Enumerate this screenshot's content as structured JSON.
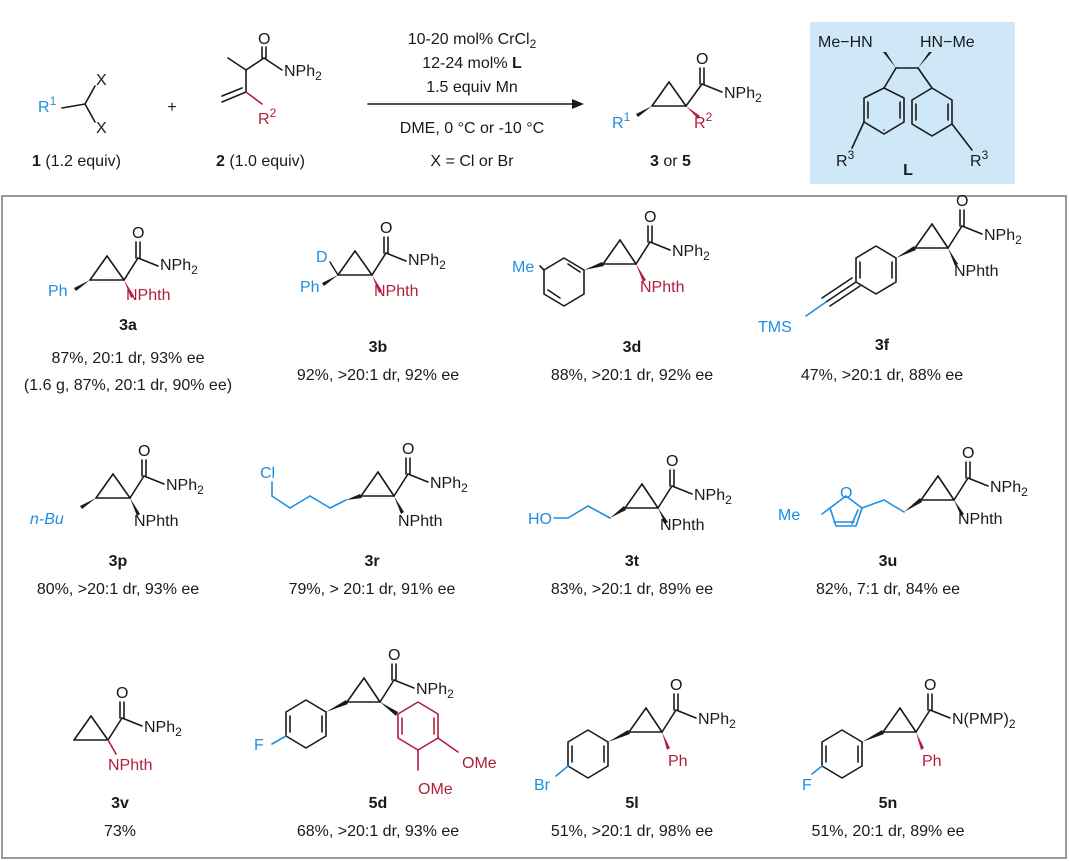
{
  "header": {
    "r1_label": "R",
    "r1_sup": "1",
    "x_top": "X",
    "x_bottom": "X",
    "plus": "+",
    "reactant1_num": "1",
    "reactant1_equiv": " (1.2 equiv)",
    "reactant2_num": "2",
    "reactant2_equiv": " (1.0 equiv)",
    "amide_o": "O",
    "amide_nph2": "NPh",
    "amide_nph2_sub": "2",
    "r2_label": "R",
    "r2_sup": "2",
    "cond_line1": "10-20 mol% CrCl",
    "cond_line1_sub": "2",
    "cond_line2": "12-24 mol% ",
    "cond_line2_bold": "L",
    "cond_line3": "1.5 equiv Mn",
    "cond_line4": "DME, 0 °C or -10 °C",
    "cond_line5": "X = Cl or Br",
    "product_label_a": "3",
    "product_label_or": " or ",
    "product_label_b": "5",
    "ligand": {
      "me_hn_left": "Me−HN",
      "hn_me_right": "HN−Me",
      "r3_left": "R",
      "r3_right": "R",
      "r3_sup": "3",
      "label": "L"
    }
  },
  "compounds": [
    {
      "id": "3a",
      "yield": "87%, 20:1 dr, 93% ee",
      "extra": "(1.6 g, 87%, 20:1 dr, 90% ee)",
      "substituent": "Ph",
      "r2": "NPhth",
      "amide": "NPh",
      "sub": "2"
    },
    {
      "id": "3b",
      "yield": "92%, >20:1 dr, 92% ee",
      "substituent": "Ph",
      "deuterium": "D",
      "r2": "NPhth",
      "amide": "NPh",
      "sub": "2"
    },
    {
      "id": "3d",
      "yield": "88%, >20:1 dr, 92% ee",
      "substituent": "Me",
      "r2": "NPhth",
      "amide": "NPh",
      "sub": "2"
    },
    {
      "id": "3f",
      "yield": "47%, >20:1 dr, 88% ee",
      "substituent": "TMS",
      "r2": "NPhth",
      "amide": "NPh",
      "sub": "2"
    },
    {
      "id": "3p",
      "yield": "80%, >20:1 dr, 93% ee",
      "substituent": "n-Bu",
      "r2": "NPhth",
      "amide": "NPh",
      "sub": "2"
    },
    {
      "id": "3r",
      "yield": "79%, > 20:1 dr, 91% ee",
      "substituent": "Cl",
      "r2": "NPhth",
      "amide": "NPh",
      "sub": "2"
    },
    {
      "id": "3t",
      "yield": "83%, >20:1 dr, 89% ee",
      "substituent": "HO",
      "r2": "NPhth",
      "amide": "NPh",
      "sub": "2"
    },
    {
      "id": "3u",
      "yield": "82%, 7:1 dr, 84% ee",
      "substituent": "Me",
      "ring_o": "O",
      "r2": "NPhth",
      "amide": "NPh",
      "sub": "2"
    },
    {
      "id": "3v",
      "yield": "73%",
      "r2": "NPhth",
      "amide": "NPh",
      "sub": "2"
    },
    {
      "id": "5d",
      "yield": "68%, >20:1 dr, 93% ee",
      "substituent": "F",
      "ome1": "OMe",
      "ome2": "OMe",
      "amide": "NPh",
      "sub": "2"
    },
    {
      "id": "5l",
      "yield": "51%, >20:1 dr, 98% ee",
      "substituent": "Br",
      "r2": "Ph",
      "amide": "NPh",
      "sub": "2"
    },
    {
      "id": "5n",
      "yield": "51%, 20:1 dr, 89% ee",
      "substituent": "F",
      "r2": "Ph",
      "amide": "N(PMP)",
      "sub": "2"
    }
  ],
  "colors": {
    "substituent": "#1e8fe0",
    "r2": "#b01e3c",
    "ligand_box": "#cfe8f7",
    "frame": "#9a9a9a"
  }
}
